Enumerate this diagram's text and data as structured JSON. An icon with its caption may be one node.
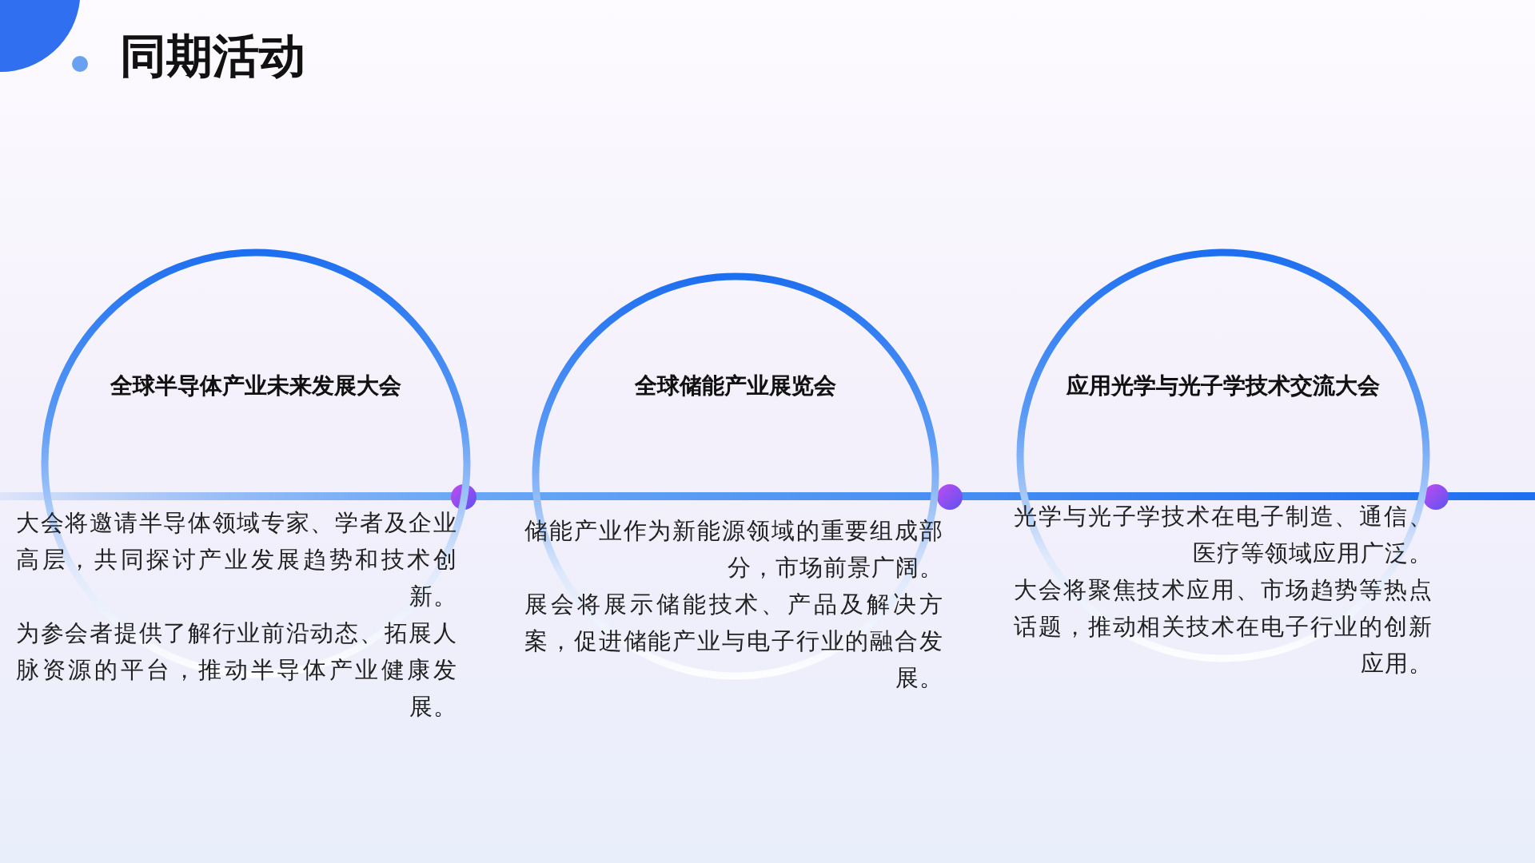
{
  "diagram": {
    "title": "同期活动",
    "nodes": [
      {
        "text": [
          "全球半导体产业未来发展大会",
          "大会将邀请半导体领域专家、学者及企业高层，共同探讨产业发展趋势和技术创新。",
          "为参会者提供了解行业前沿动态、拓展人脉资源的平台，推动半导体产业健康发展。"
        ]
      },
      {
        "text": [
          "全球储能产业展览会",
          "储能产业作为新能源领域的重要组成部分，市场前景广阔。",
          "展会将展示储能技术、产品及解决方案，促进储能产业与电子行业的融合发展。"
        ]
      },
      {
        "text": [
          "应用光学与光子学技术交流大会",
          "光学与光子学技术在电子制造、通信、医疗等领域应用广泛。",
          "大会将聚焦技术应用、市场趋势等热点话题，推动相关技术在电子行业的创新应用。"
        ]
      }
    ]
  }
}
